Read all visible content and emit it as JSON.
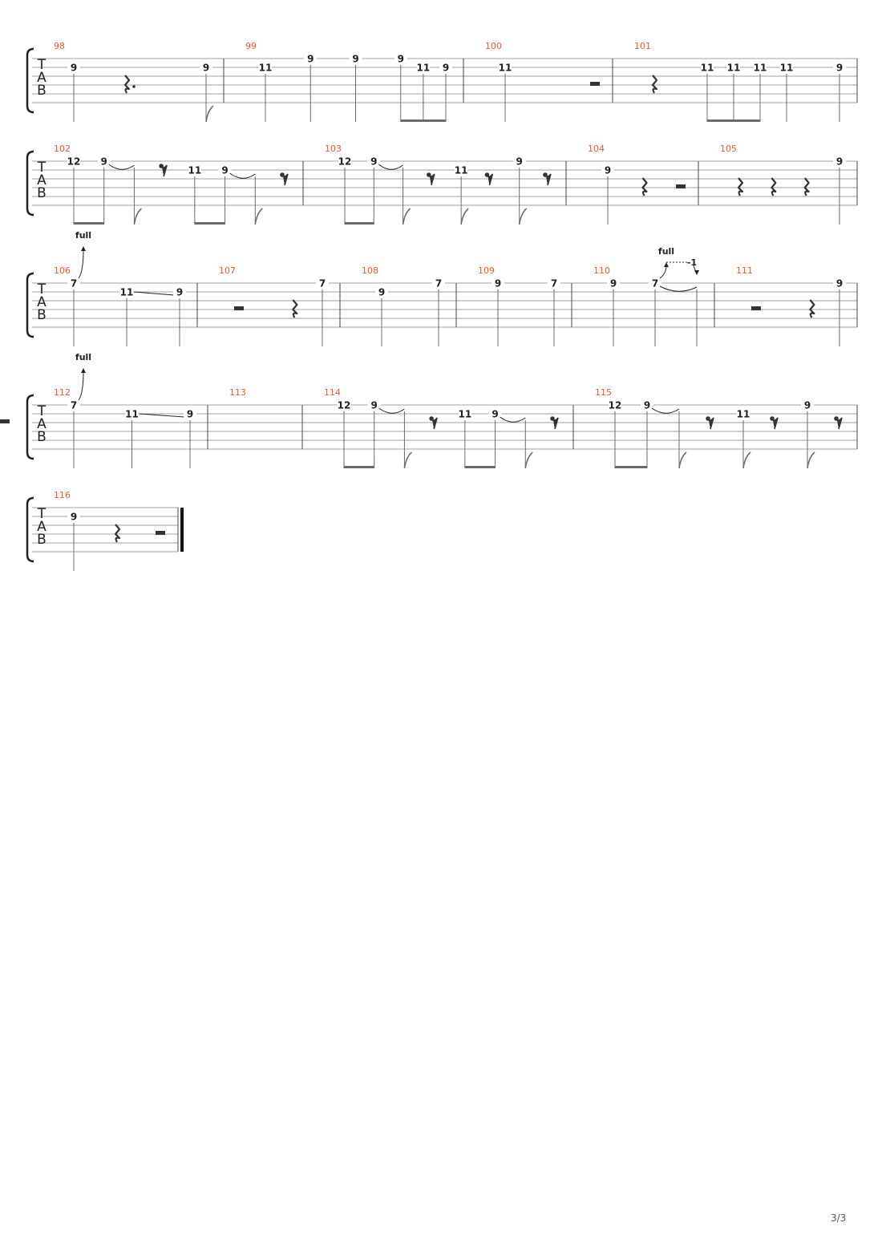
{
  "page": {
    "number_label": "3/3"
  },
  "clef": {
    "letters": [
      "T",
      "A",
      "B"
    ]
  },
  "colors": {
    "measure_number": "#e8562a",
    "staff_line": "#a0a0a0",
    "barline": "#444444",
    "fret": "#222222",
    "stem": "#6b6b6b",
    "rest": "#333333"
  },
  "bend_label": "full",
  "release_label": "-1",
  "systems": [
    {
      "measures": [
        {
          "number": "98",
          "events": [
            {
              "kind": "note",
              "string": 1,
              "fret": "9",
              "dur": "q"
            },
            {
              "kind": "rest",
              "dur": "q.",
              "line": 2
            },
            {
              "kind": "note",
              "string": 1,
              "fret": "9",
              "dur": "8",
              "flag": true
            }
          ]
        },
        {
          "number": "99",
          "events": [
            {
              "kind": "note",
              "string": 1,
              "fret": "11",
              "dur": "q"
            },
            {
              "kind": "note",
              "string": 0,
              "fret": "9",
              "dur": "q"
            },
            {
              "kind": "note",
              "string": 0,
              "fret": "9",
              "dur": "q"
            },
            {
              "kind": "note",
              "string": 0,
              "fret": "9",
              "dur": "8",
              "beam_start": true
            },
            {
              "kind": "note",
              "string": 1,
              "fret": "11",
              "dur": "8",
              "beam": true
            },
            {
              "kind": "note",
              "string": 1,
              "fret": "9",
              "dur": "8",
              "beam_end": true
            }
          ]
        },
        {
          "number": "100",
          "events": [
            {
              "kind": "note",
              "string": 1,
              "fret": "11",
              "dur": "q"
            },
            {
              "kind": "rest",
              "dur": "h",
              "line": 2
            }
          ]
        },
        {
          "number": "101",
          "events": [
            {
              "kind": "rest",
              "dur": "q",
              "line": 2
            },
            {
              "kind": "note",
              "string": 1,
              "fret": "11",
              "dur": "8",
              "beam_start": true
            },
            {
              "kind": "note",
              "string": 1,
              "fret": "11",
              "dur": "8",
              "beam": true
            },
            {
              "kind": "note",
              "string": 1,
              "fret": "11",
              "dur": "8",
              "beam_end": true
            },
            {
              "kind": "note",
              "string": 1,
              "fret": "11",
              "dur": "q"
            },
            {
              "kind": "note",
              "string": 1,
              "fret": "9",
              "dur": "q"
            }
          ]
        }
      ]
    },
    {
      "measures": [
        {
          "number": "102",
          "events": [
            {
              "kind": "note",
              "string": 0,
              "fret": "12",
              "dur": "8",
              "beam_start": true
            },
            {
              "kind": "note",
              "string": 0,
              "fret": "9",
              "dur": "8",
              "beam_end": true,
              "tie_next": true
            },
            {
              "kind": "note",
              "string": 0,
              "fret": "",
              "dur": "8",
              "flag": true
            },
            {
              "kind": "rest",
              "dur": "8",
              "line": 0
            },
            {
              "kind": "note",
              "string": 1,
              "fret": "11",
              "dur": "8",
              "beam_start": true
            },
            {
              "kind": "note",
              "string": 1,
              "fret": "9",
              "dur": "8",
              "beam_end": true,
              "tie_next": true
            },
            {
              "kind": "note",
              "string": 1,
              "fret": "",
              "dur": "8",
              "flag": true
            },
            {
              "kind": "rest",
              "dur": "8",
              "line": 1
            }
          ]
        },
        {
          "number": "103",
          "events": [
            {
              "kind": "note",
              "string": 0,
              "fret": "12",
              "dur": "8",
              "beam_start": true
            },
            {
              "kind": "note",
              "string": 0,
              "fret": "9",
              "dur": "8",
              "beam_end": true,
              "tie_next": true
            },
            {
              "kind": "note",
              "string": 0,
              "fret": "",
              "dur": "8",
              "flag": true
            },
            {
              "kind": "rest",
              "dur": "8",
              "line": 1
            },
            {
              "kind": "note",
              "string": 1,
              "fret": "11",
              "dur": "8",
              "flag": true
            },
            {
              "kind": "rest",
              "dur": "8",
              "line": 1
            },
            {
              "kind": "note",
              "string": 0,
              "fret": "9",
              "dur": "8",
              "flag": true
            },
            {
              "kind": "rest",
              "dur": "8",
              "line": 1
            }
          ]
        },
        {
          "number": "104",
          "events": [
            {
              "kind": "note",
              "string": 1,
              "fret": "9",
              "dur": "q"
            },
            {
              "kind": "rest",
              "dur": "q",
              "line": 2
            },
            {
              "kind": "rest",
              "dur": "h",
              "line": 2
            }
          ]
        },
        {
          "number": "105",
          "events": [
            {
              "kind": "rest",
              "dur": "q",
              "line": 2
            },
            {
              "kind": "rest",
              "dur": "q",
              "line": 2
            },
            {
              "kind": "rest",
              "dur": "q",
              "line": 2
            },
            {
              "kind": "note",
              "string": 0,
              "fret": "9",
              "dur": "q"
            }
          ]
        }
      ]
    },
    {
      "measures": [
        {
          "number": "106",
          "events": [
            {
              "kind": "note",
              "string": 0,
              "fret": "7",
              "dur": "q",
              "bend": "full"
            },
            {
              "kind": "note",
              "string": 1,
              "fret": "11",
              "dur": "q",
              "slide_next": true
            },
            {
              "kind": "note",
              "string": 1,
              "fret": "9",
              "dur": "q"
            }
          ]
        },
        {
          "number": "107",
          "events": [
            {
              "kind": "rest",
              "dur": "h",
              "line": 2
            },
            {
              "kind": "rest",
              "dur": "q",
              "line": 2
            },
            {
              "kind": "note",
              "string": 0,
              "fret": "7",
              "dur": "q"
            }
          ]
        },
        {
          "number": "108",
          "events": [
            {
              "kind": "note",
              "string": 1,
              "fret": "9",
              "dur": "q"
            },
            {
              "kind": "note",
              "string": 0,
              "fret": "7",
              "dur": "q"
            }
          ]
        },
        {
          "number": "109",
          "events": [
            {
              "kind": "note",
              "string": 0,
              "fret": "9",
              "dur": "q"
            },
            {
              "kind": "note",
              "string": 0,
              "fret": "7",
              "dur": "q"
            }
          ]
        },
        {
          "number": "110",
          "events": [
            {
              "kind": "note",
              "string": 0,
              "fret": "9",
              "dur": "q"
            },
            {
              "kind": "note",
              "string": 0,
              "fret": "7",
              "dur": "q",
              "bend_release": "full",
              "tie_next": true
            },
            {
              "kind": "note",
              "string": 0,
              "fret": "",
              "dur": "q"
            }
          ]
        },
        {
          "number": "111",
          "events": [
            {
              "kind": "rest",
              "dur": "h",
              "line": 2
            },
            {
              "kind": "rest",
              "dur": "q",
              "line": 2
            },
            {
              "kind": "note",
              "string": 0,
              "fret": "9",
              "dur": "q"
            }
          ]
        }
      ]
    },
    {
      "measures": [
        {
          "number": "112",
          "events": [
            {
              "kind": "note",
              "string": 0,
              "fret": "7",
              "dur": "q",
              "bend": "full"
            },
            {
              "kind": "note",
              "string": 1,
              "fret": "11",
              "dur": "q",
              "slide_next": true
            },
            {
              "kind": "note",
              "string": 1,
              "fret": "9",
              "dur": "q"
            }
          ]
        },
        {
          "number": "113",
          "events": [
            {
              "kind": "rest",
              "dur": "h",
              "line": 1
            }
          ]
        },
        {
          "number": "114",
          "events": [
            {
              "kind": "note",
              "string": 0,
              "fret": "12",
              "dur": "8",
              "beam_start": true
            },
            {
              "kind": "note",
              "string": 0,
              "fret": "9",
              "dur": "8",
              "beam_end": true,
              "tie_next": true
            },
            {
              "kind": "note",
              "string": 0,
              "fret": "",
              "dur": "8",
              "flag": true
            },
            {
              "kind": "rest",
              "dur": "8",
              "line": 1
            },
            {
              "kind": "note",
              "string": 1,
              "fret": "11",
              "dur": "8",
              "beam_start": true
            },
            {
              "kind": "note",
              "string": 1,
              "fret": "9",
              "dur": "8",
              "beam_end": true,
              "tie_next": true
            },
            {
              "kind": "note",
              "string": 1,
              "fret": "",
              "dur": "8",
              "flag": true
            },
            {
              "kind": "rest",
              "dur": "8",
              "line": 1
            }
          ]
        },
        {
          "number": "115",
          "events": [
            {
              "kind": "note",
              "string": 0,
              "fret": "12",
              "dur": "8",
              "beam_start": true
            },
            {
              "kind": "note",
              "string": 0,
              "fret": "9",
              "dur": "8",
              "beam_end": true,
              "tie_next": true
            },
            {
              "kind": "note",
              "string": 0,
              "fret": "",
              "dur": "8",
              "flag": true
            },
            {
              "kind": "rest",
              "dur": "8",
              "line": 1
            },
            {
              "kind": "note",
              "string": 1,
              "fret": "11",
              "dur": "8",
              "flag": true
            },
            {
              "kind": "rest",
              "dur": "8",
              "line": 1
            },
            {
              "kind": "note",
              "string": 0,
              "fret": "9",
              "dur": "8",
              "flag": true
            },
            {
              "kind": "rest",
              "dur": "8",
              "line": 1
            }
          ]
        }
      ]
    },
    {
      "measures": [
        {
          "number": "116",
          "final": true,
          "events": [
            {
              "kind": "note",
              "string": 1,
              "fret": "9",
              "dur": "q"
            },
            {
              "kind": "rest",
              "dur": "q",
              "line": 2
            },
            {
              "kind": "rest",
              "dur": "h",
              "line": 2
            }
          ]
        }
      ]
    }
  ]
}
